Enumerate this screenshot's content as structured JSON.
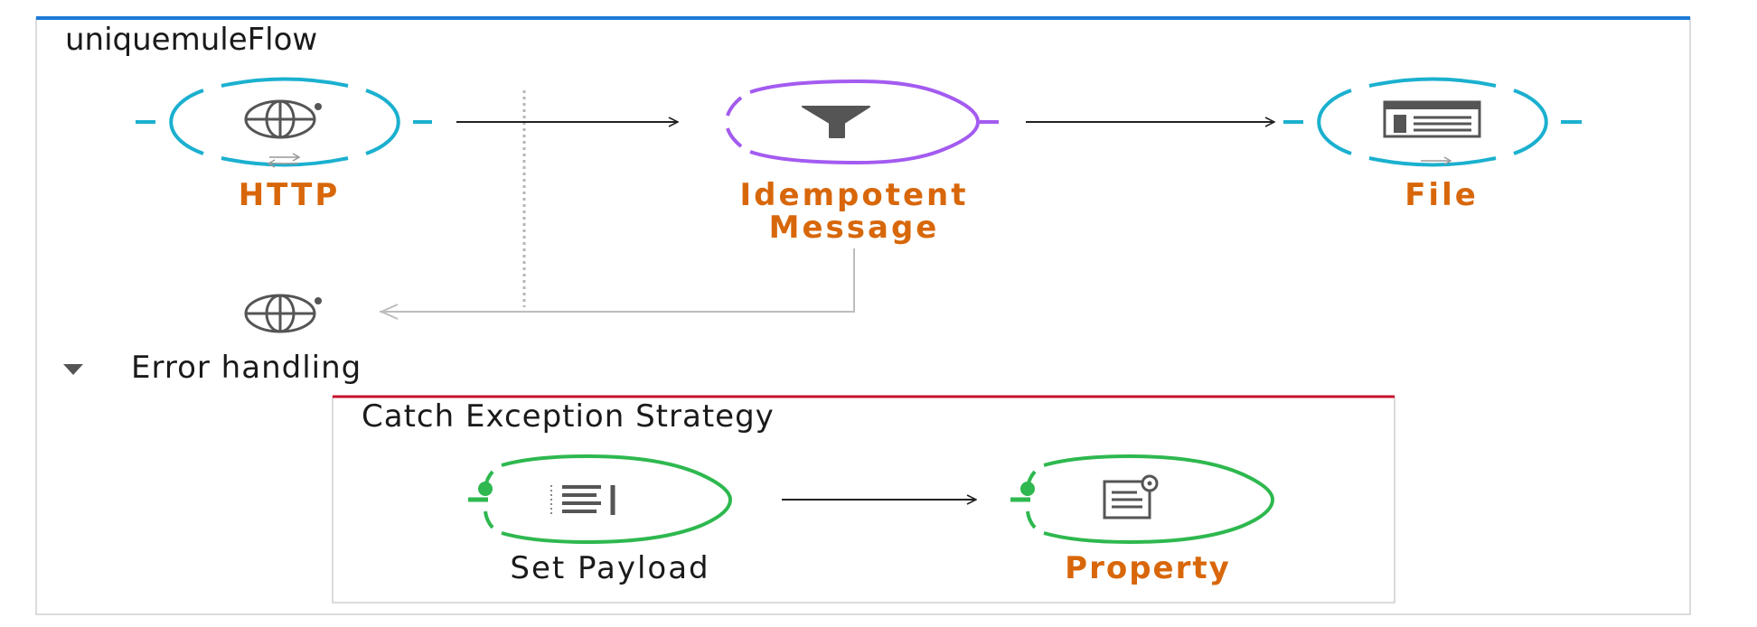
{
  "flow": {
    "title": "uniquemuleFlow"
  },
  "nodes": {
    "http": {
      "label": "HTTP",
      "icon": "globe-icon"
    },
    "idempotent": {
      "label_line1": "Idempotent",
      "label_line2": "Message",
      "icon": "filter-icon"
    },
    "file": {
      "label": "File",
      "icon": "file-icon"
    }
  },
  "error_handling": {
    "label": "Error handling",
    "strategy": {
      "title": "Catch Exception Strategy",
      "nodes": {
        "set_payload": {
          "label": "Set Payload",
          "icon": "set-payload-icon"
        },
        "property": {
          "label": "Property",
          "icon": "property-icon"
        }
      }
    }
  },
  "colors": {
    "source_ring": "#1bb0cf",
    "filter_ring": "#a35bf0",
    "processor_ring": "#2eb84f",
    "flow_border": "#1c7ad9",
    "strategy_border": "#c8102e",
    "node_label": "#d8670a",
    "text": "#1a1a1a",
    "icon": "#555555"
  }
}
